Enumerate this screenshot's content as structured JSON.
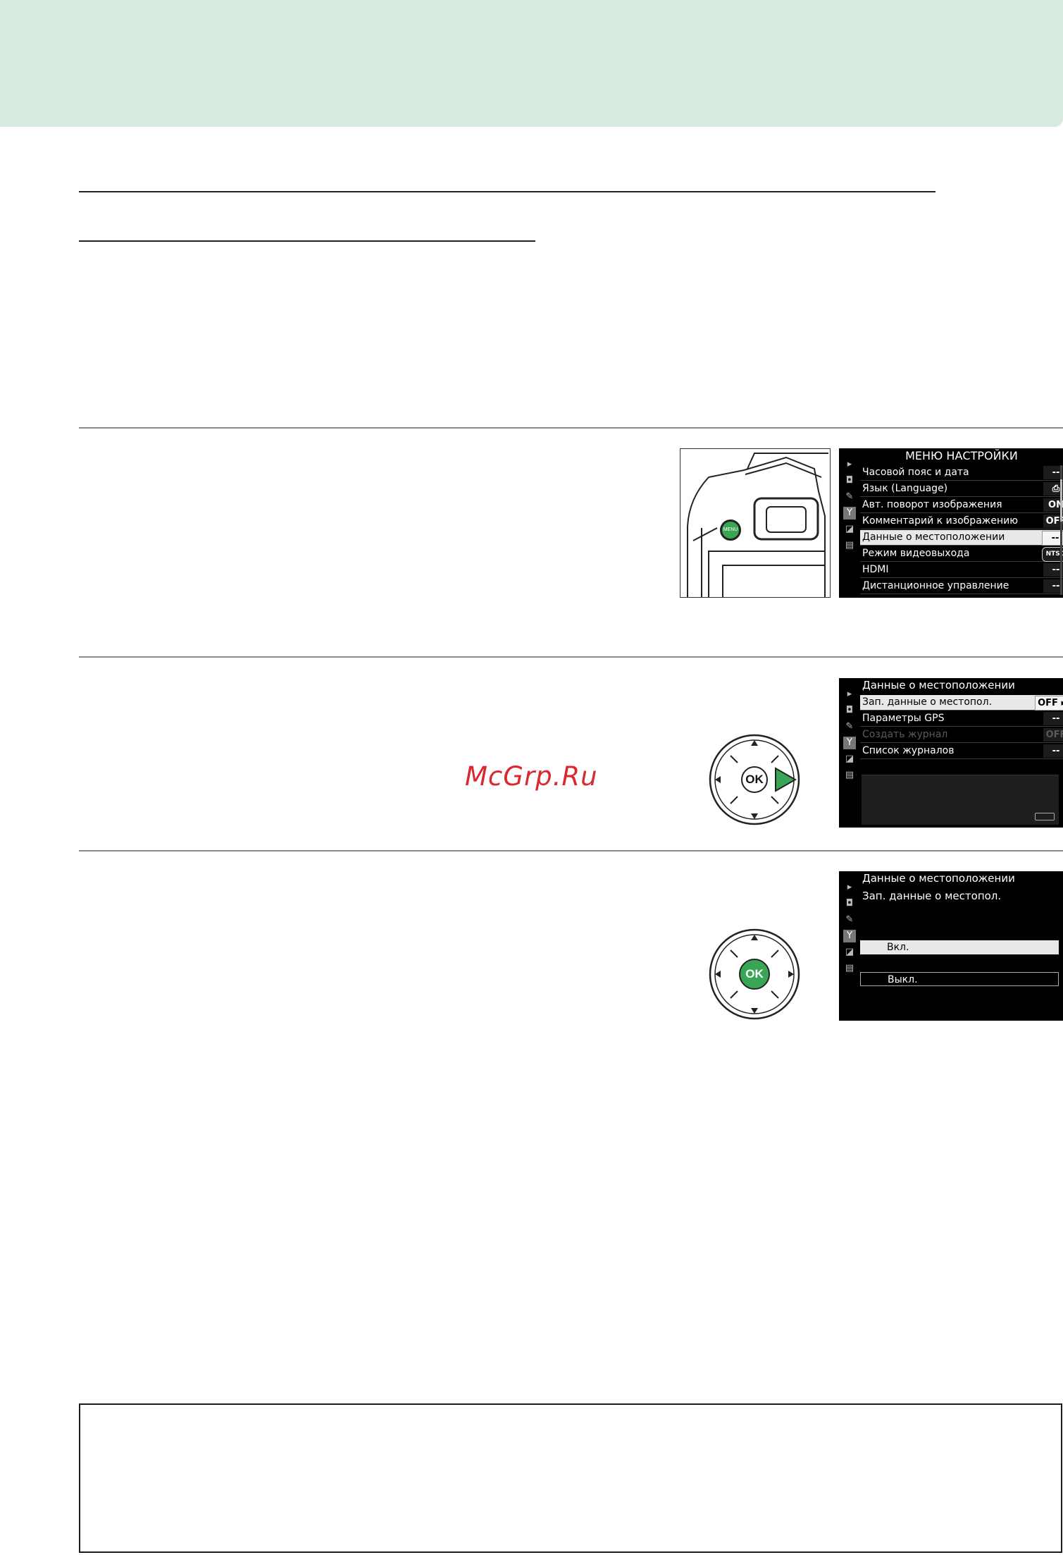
{
  "watermark": "McGrp.Ru",
  "colors": {
    "banner": "#d5ebdd",
    "accent_green": "#3aa655",
    "watermark_red": "#d9282f"
  },
  "screen1": {
    "title": "МЕНЮ НАСТРОЙКИ",
    "tabs": [
      "playback-icon",
      "camera-icon",
      "pencil-icon",
      "wrench-icon",
      "retouch-icon",
      "recent-icon"
    ],
    "items": [
      {
        "label": "Часовой пояс и дата",
        "value": "--"
      },
      {
        "label": "Язык (Language)",
        "value": "⎙"
      },
      {
        "label": "Авт. поворот изображения",
        "value": "ON"
      },
      {
        "label": "Комментарий к изображению",
        "value": "OFF"
      },
      {
        "label": "Данные о местоположении",
        "value": "--"
      },
      {
        "label": "Режим видеовыхода",
        "value": "NTSC"
      },
      {
        "label": "HDMI",
        "value": "--"
      },
      {
        "label": "Дистанционное управление",
        "value": "--"
      }
    ]
  },
  "screen2": {
    "title": "Данные о местоположении",
    "items": [
      {
        "label": "Зап. данные о местопол.",
        "value": "OFF ▸"
      },
      {
        "label": "Параметры GPS",
        "value": "--"
      },
      {
        "label": "Создать журнал",
        "value": "OFF"
      },
      {
        "label": "Список журналов",
        "value": "--"
      }
    ]
  },
  "screen3": {
    "title": "Данные о местоположении",
    "subtitle": "Зап. данные о местопол.",
    "options": [
      "Вкл.",
      "Выкл."
    ]
  },
  "dpad": {
    "ok_label": "OK"
  },
  "camera_button_label": "MENU"
}
